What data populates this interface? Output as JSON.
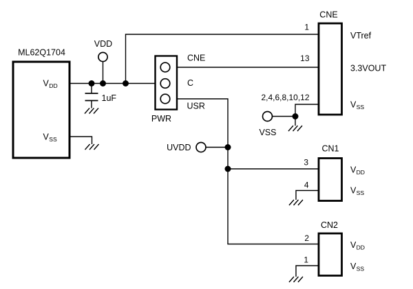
{
  "colors": {
    "ink": "#000000",
    "background": "#ffffff"
  },
  "mcu": {
    "name": "ML62Q1704",
    "pin_vdd_base": "V",
    "pin_vdd_sub": "DD",
    "pin_vss_base": "V",
    "pin_vss_sub": "SS"
  },
  "power_net": {
    "vdd_terminal": "VDD",
    "capacitor": "1uF",
    "uvdd_terminal": "UVDD",
    "vss_terminal": "VSS"
  },
  "pwr_header": {
    "name": "PWR",
    "pin_cne": "CNE",
    "pin_c": "C",
    "pin_usr": "USR"
  },
  "cne": {
    "name": "CNE",
    "pin1": "1",
    "pin13": "13",
    "vss_pins": "2,4,6,8,10,12",
    "sig_vtref": "VTref",
    "sig_vout": "3.3VOUT",
    "sig_vss_base": "V",
    "sig_vss_sub": "SS"
  },
  "cn1": {
    "name": "CN1",
    "pin_vdd": "3",
    "pin_vss": "4",
    "sig_vdd_base": "V",
    "sig_vdd_sub": "DD",
    "sig_vss_base": "V",
    "sig_vss_sub": "SS"
  },
  "cn2": {
    "name": "CN2",
    "pin_vdd": "2",
    "pin_vss": "1",
    "sig_vdd_base": "V",
    "sig_vdd_sub": "DD",
    "sig_vss_base": "V",
    "sig_vss_sub": "SS"
  }
}
